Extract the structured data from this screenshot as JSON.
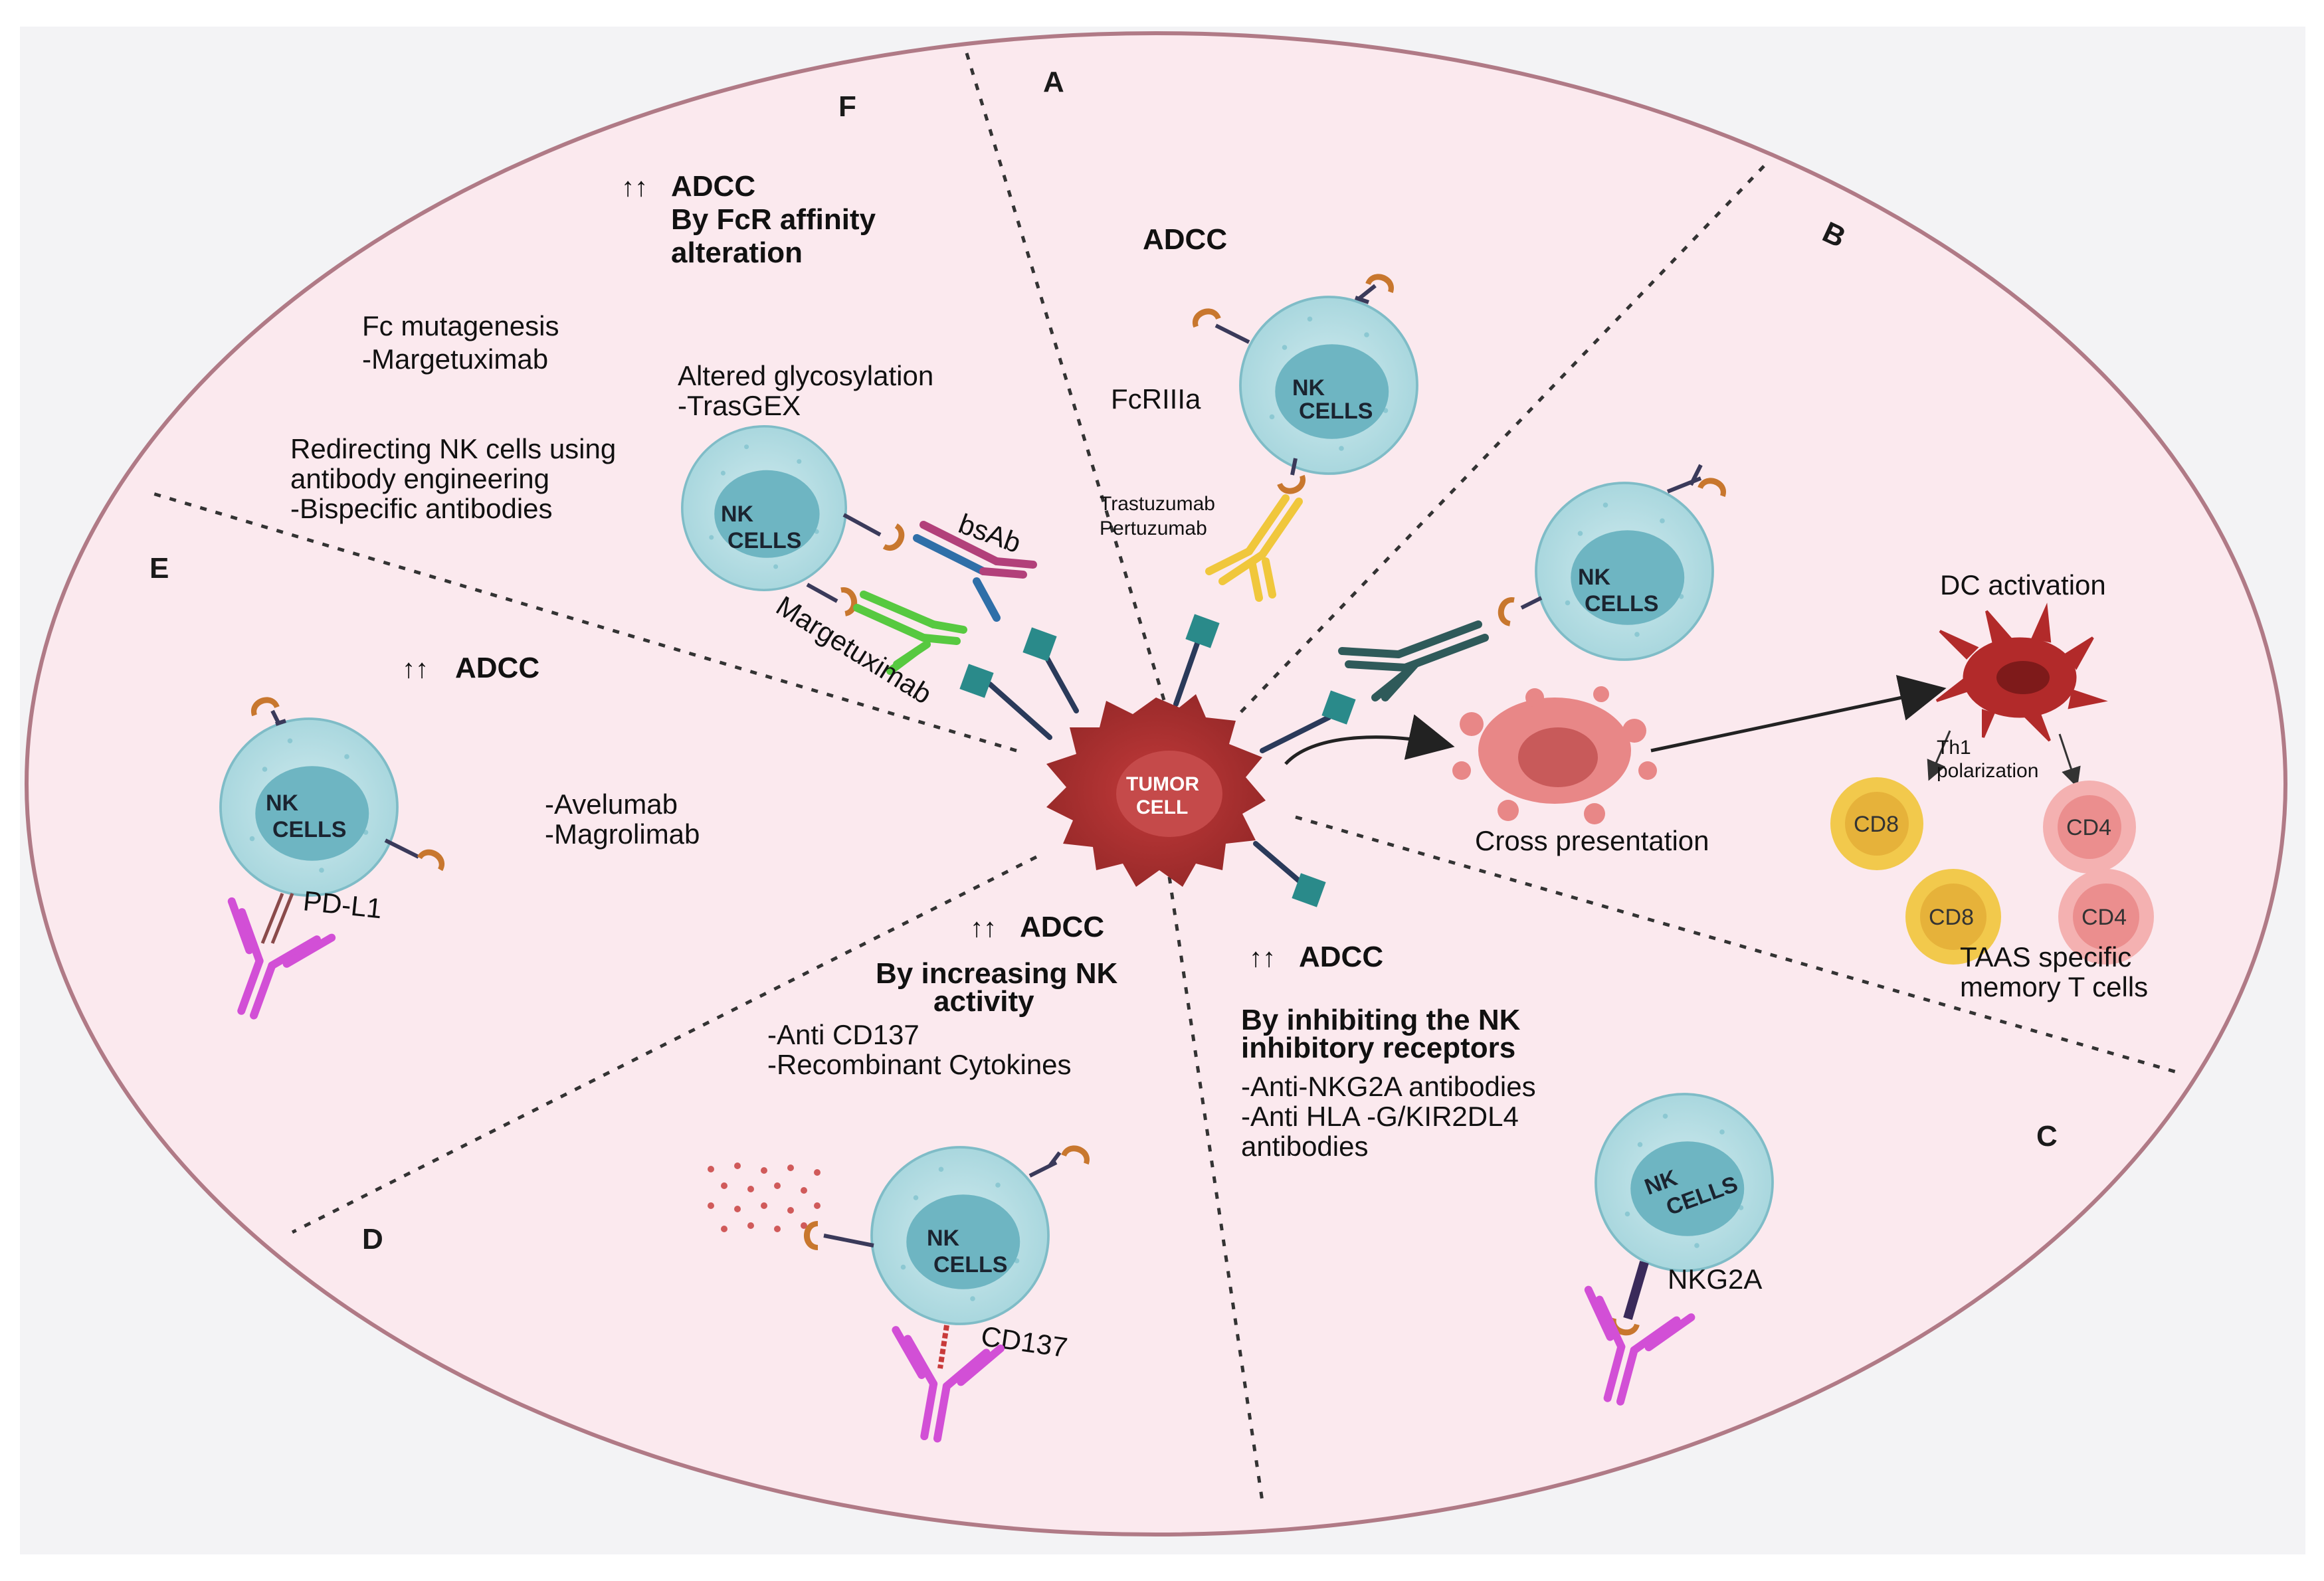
{
  "sections": {
    "A": "A",
    "B": "B",
    "C": "C",
    "D": "D",
    "E": "E",
    "F": "F"
  },
  "cell_labels": {
    "nk_line1": "NK",
    "nk_line2": "CELLS",
    "tumor_line1": "TUMOR",
    "tumor_line2": "CELL"
  },
  "section_a": {
    "title": "ADCC",
    "receptor": "FcRIIIa",
    "drug1": "Trastuzumab",
    "drug2": "Pertuzumab"
  },
  "section_b": {
    "dc_activation": "DC activation",
    "th1_line1": "Th1",
    "th1_line2": "polarization",
    "cross_presentation": "Cross presentation",
    "cd8": "CD8",
    "cd4": "CD4",
    "memory_line1": "TAAS specific",
    "memory_line2": "memory T cells"
  },
  "section_c": {
    "arrows": "↑↑",
    "title": "ADCC",
    "subtitle_line1": "By inhibiting the NK",
    "subtitle_line2": "inhibitory receptors",
    "item1": "-Anti-NKG2A antibodies",
    "item2": "-Anti HLA -G/KIR2DL4",
    "item2b": "antibodies",
    "receptor": "NKG2A"
  },
  "section_d": {
    "arrows": "↑↑",
    "title": "ADCC",
    "subtitle_line1": "By increasing NK",
    "subtitle_line2": "activity",
    "item1": "-Anti CD137",
    "item2": "-Recombinant   Cytokines",
    "receptor": "CD137"
  },
  "section_e": {
    "arrows": "↑↑",
    "title": "ADCC",
    "item1": "-Avelumab",
    "item2": "-Magrolimab",
    "receptor": "PD-L1"
  },
  "section_f": {
    "arrows": "↑↑",
    "title": "ADCC",
    "subtitle_line1": "By FcR affinity",
    "subtitle_line2": "alteration",
    "fc_line1": "Fc mutagenesis",
    "fc_line2": "-Margetuximab",
    "glyco_line1": "Altered glycosylation",
    "glyco_line2": "-TrasGEX",
    "redirect_line1": "Redirecting NK cells using",
    "redirect_line2": "antibody engineering",
    "redirect_line3": "-Bispecific antibodies",
    "bsab": "bsAb",
    "margetuximab": "Margetuximab"
  },
  "colors": {
    "background": "#fbe9ee",
    "border": "#b07a86",
    "nk_outer": "#b5dde3",
    "nk_inner": "#6fb7c4",
    "tumor": "#a32c2c",
    "receptor": "#c8772e",
    "cd8": "#f2c94c",
    "cd4": "#eb8e8e",
    "magenta_ab": "#d24fd6"
  }
}
